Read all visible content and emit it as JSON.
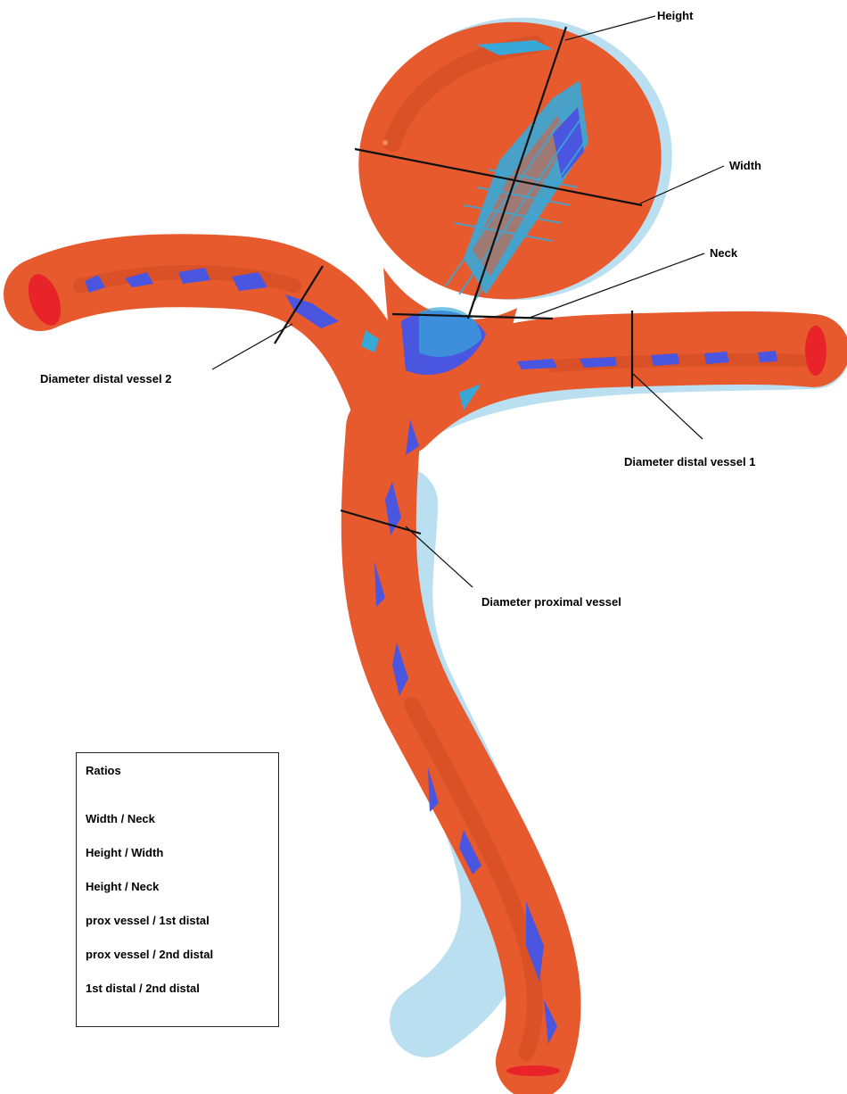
{
  "colors": {
    "vessel_fill": "#e65a2e",
    "vessel_dark": "#d24a22",
    "highlight": "#f08a5f",
    "thrombus_blue": "#4a55e0",
    "thrombus_cyan": "#38a8d8",
    "halo": "#b9dff0",
    "lumen_red": "#e8232a",
    "measure_line": "#111111"
  },
  "labels": {
    "height": "Height",
    "width": "Width",
    "neck": "Neck",
    "diameter_distal_vessel_2": "Diameter distal vessel 2",
    "diameter_distal_vessel_1": "Diameter distal vessel 1",
    "diameter_proximal_vessel": "Diameter proximal vessel"
  },
  "ratios": {
    "title": "Ratios",
    "items": [
      "Width / Neck",
      "Height / Width",
      "Height / Neck",
      "prox vessel / 1st distal",
      "prox vessel / 2nd distal",
      "1st distal / 2nd distal"
    ]
  }
}
